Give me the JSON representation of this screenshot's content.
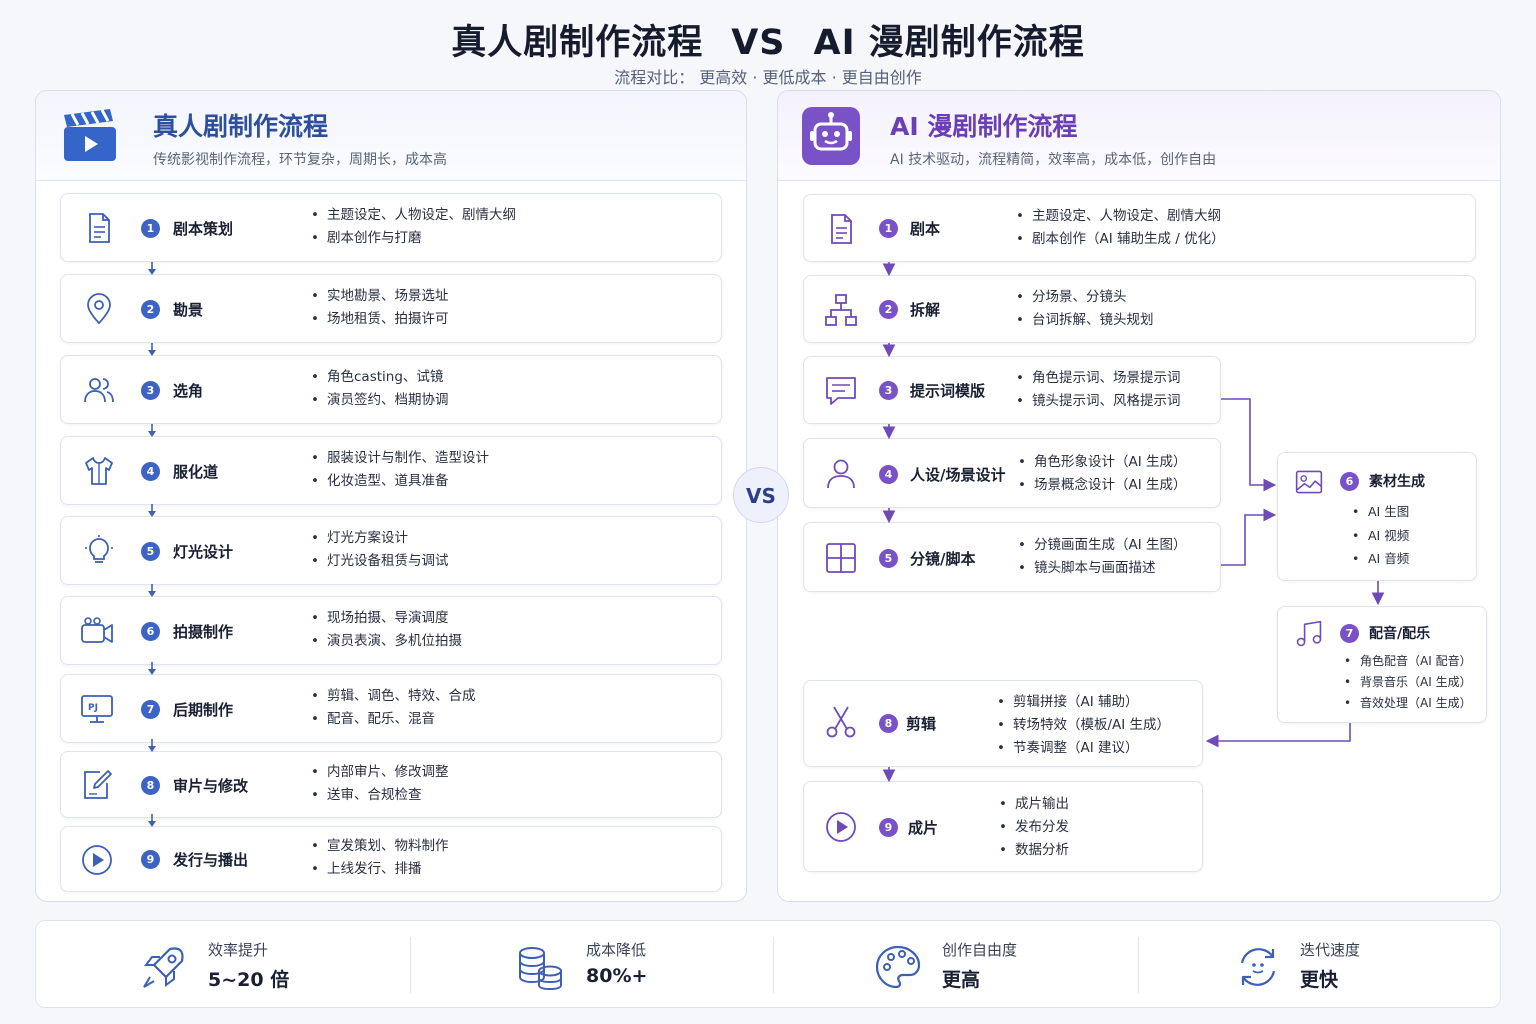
{
  "header": {
    "title_left": "真人剧制作流程",
    "title_vs": "VS",
    "title_right": "AI 漫剧制作流程",
    "subtitle": "流程对比：  更高效 · 更低成本 · 更自由创作"
  },
  "left_panel": {
    "title": "真人剧制作流程",
    "desc": "传统影视制作流程，环节复杂，周期长，成本高",
    "icon": "clapperboard-icon",
    "accent": "#3d63c4",
    "steps": [
      {
        "num": "1",
        "name": "剧本策划",
        "icon": "document-icon",
        "bullets": [
          "主题设定、人物设定、剧情大纲",
          "剧本创作与打磨"
        ]
      },
      {
        "num": "2",
        "name": "勘景",
        "icon": "location-pin-icon",
        "bullets": [
          "实地勘景、场景选址",
          "场地租赁、拍摄许可"
        ]
      },
      {
        "num": "3",
        "name": "选角",
        "icon": "users-icon",
        "bullets": [
          "角色casting、试镜",
          "演员签约、档期协调"
        ]
      },
      {
        "num": "4",
        "name": "服化道",
        "icon": "shirt-icon",
        "bullets": [
          "服装设计与制作、造型设计",
          "化妆造型、道具准备"
        ]
      },
      {
        "num": "5",
        "name": "灯光设计",
        "icon": "lightbulb-icon",
        "bullets": [
          "灯光方案设计",
          "灯光设备租赁与调试"
        ]
      },
      {
        "num": "6",
        "name": "拍摄制作",
        "icon": "video-camera-icon",
        "bullets": [
          "现场拍摄、导演调度",
          "演员表演、多机位拍摄"
        ]
      },
      {
        "num": "7",
        "name": "后期制作",
        "icon": "monitor-icon",
        "bullets": [
          "剪辑、调色、特效、合成",
          "配音、配乐、混音"
        ]
      },
      {
        "num": "8",
        "name": "审片与修改",
        "icon": "edit-icon",
        "bullets": [
          "内部审片、修改调整",
          "送审、合规检查"
        ]
      },
      {
        "num": "9",
        "name": "发行与播出",
        "icon": "play-circle-icon",
        "bullets": [
          "宣发策划、物料制作",
          "上线发行、排播"
        ]
      }
    ]
  },
  "vs_label": "VS",
  "right_panel": {
    "title": "AI 漫剧制作流程",
    "desc": "AI 技术驱动，流程精简，效率高，成本低，创作自由",
    "icon": "robot-icon",
    "accent": "#7a52c7",
    "steps": [
      {
        "num": "1",
        "name": "剧本",
        "icon": "document-icon",
        "bullets": [
          "主题设定、人物设定、剧情大纲",
          "剧本创作（AI 辅助生成 / 优化）"
        ]
      },
      {
        "num": "2",
        "name": "拆解",
        "icon": "hierarchy-icon",
        "bullets": [
          "分场景、分镜头",
          "台词拆解、镜头规划"
        ]
      },
      {
        "num": "3",
        "name": "提示词模版",
        "icon": "chat-icon",
        "bullets": [
          "角色提示词、场景提示词",
          "镜头提示词、风格提示词"
        ]
      },
      {
        "num": "4",
        "name": "人设/场景设计",
        "icon": "user-icon",
        "bullets": [
          "角色形象设计（AI 生成）",
          "场景概念设计（AI 生成）"
        ]
      },
      {
        "num": "5",
        "name": "分镜/脚本",
        "icon": "grid-icon",
        "bullets": [
          "分镜画面生成（AI 生图）",
          "镜头脚本与画面描述"
        ]
      },
      {
        "num": "6",
        "name": "素材生成",
        "icon": "image-icon",
        "bullets": [
          "AI 生图",
          "AI 视频",
          "AI 音频"
        ]
      },
      {
        "num": "7",
        "name": "配音/配乐",
        "icon": "music-note-icon",
        "bullets": [
          "角色配音（AI 配音）",
          "背景音乐（AI 生成）",
          "音效处理（AI 生成）"
        ]
      },
      {
        "num": "8",
        "name": "剪辑",
        "icon": "scissors-icon",
        "bullets": [
          "剪辑拼接（AI 辅助）",
          "转场特效（模板/AI 生成）",
          "节奏调整（AI 建议）"
        ]
      },
      {
        "num": "9",
        "name": "成片",
        "icon": "play-circle-icon",
        "bullets": [
          "成片输出",
          "发布分发",
          "数据分析"
        ]
      }
    ]
  },
  "stats": [
    {
      "label": "效率提升",
      "value": "5~20 倍",
      "icon": "rocket-icon"
    },
    {
      "label": "成本降低",
      "value": "80%+",
      "icon": "coins-icon"
    },
    {
      "label": "创作自由度",
      "value": "更高",
      "icon": "palette-icon"
    },
    {
      "label": "迭代速度",
      "value": "更快",
      "icon": "refresh-icon"
    }
  ]
}
